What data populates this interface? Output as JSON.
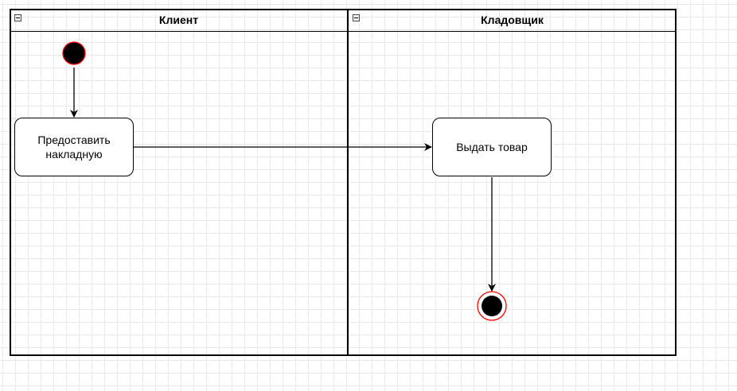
{
  "diagram": {
    "lanes": [
      {
        "title": "Клиент"
      },
      {
        "title": "Кладовщик"
      }
    ],
    "actions": {
      "provide_invoice": "Предоставить накладную",
      "issue_goods": "Выдать товар"
    },
    "colors": {
      "line": "#000000",
      "node_outline": "#ff0000",
      "node_fill": "#000000",
      "grid": "#e8e8e8"
    }
  }
}
